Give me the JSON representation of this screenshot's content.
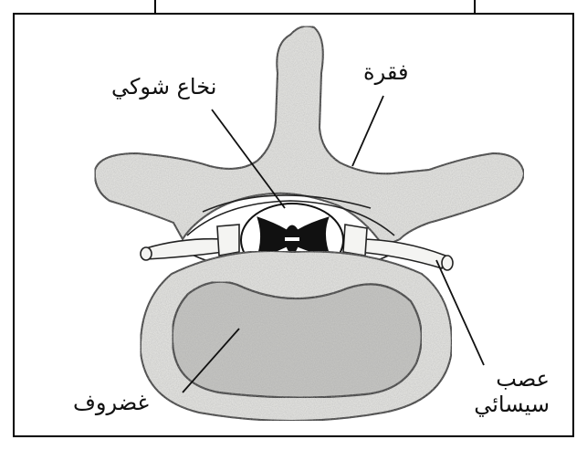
{
  "labels": {
    "spinal_cord": "نخاع شوكي",
    "vertebra": "فقرة",
    "nerve": [
      "عصب",
      "سيسائي"
    ],
    "cartilage": "غضروف"
  },
  "colors": {
    "frame": "#000000",
    "bone_fill": "#e9e9e6",
    "disc_inner": "#c9c9c6",
    "cord_dark": "#111111",
    "line": "#222222"
  }
}
